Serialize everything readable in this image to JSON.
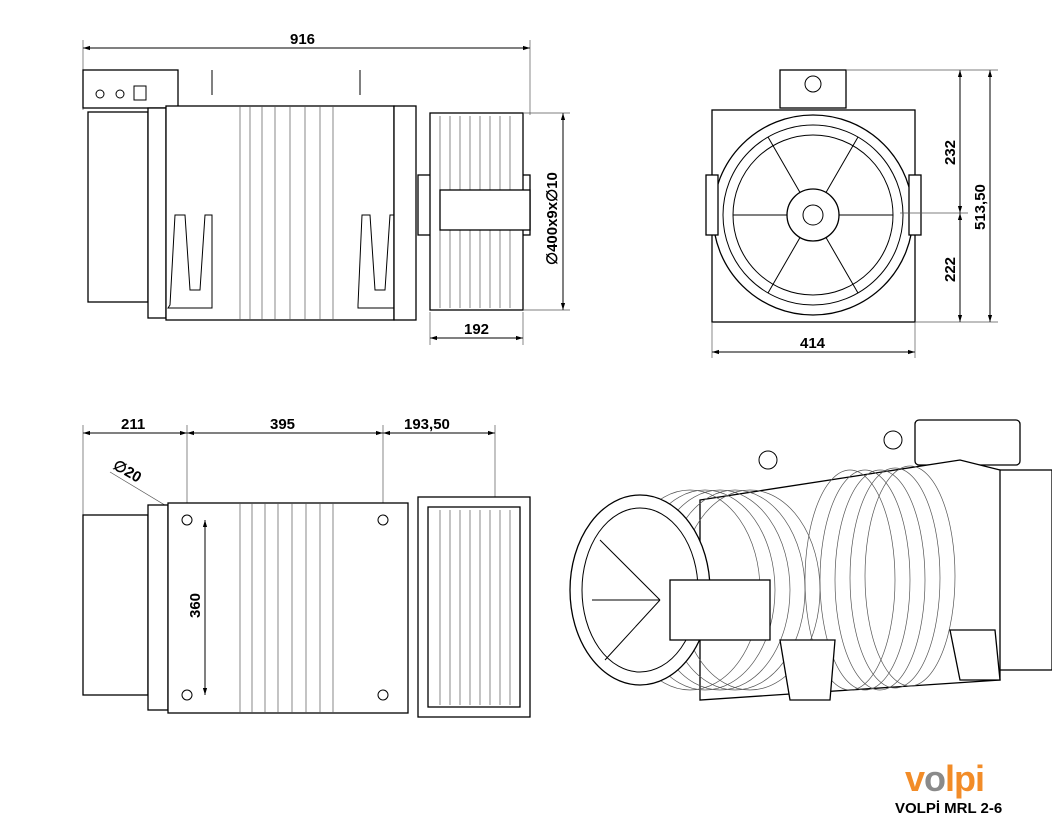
{
  "dimensions": {
    "side_length": "916",
    "side_drum": "∅400x9x∅10",
    "side_drum_width": "192",
    "front_upper": "232",
    "front_lower": "222",
    "front_height": "513,50",
    "front_width": "414",
    "top_left": "211",
    "top_mid": "395",
    "top_right": "193,50",
    "top_hole_dia": "∅20",
    "top_hole_span": "360"
  },
  "brand": {
    "logo_text": "volpi",
    "model": "VOLPİ MRL 2-6",
    "accent": "#f28c28",
    "grey": "#8a8a8a"
  }
}
